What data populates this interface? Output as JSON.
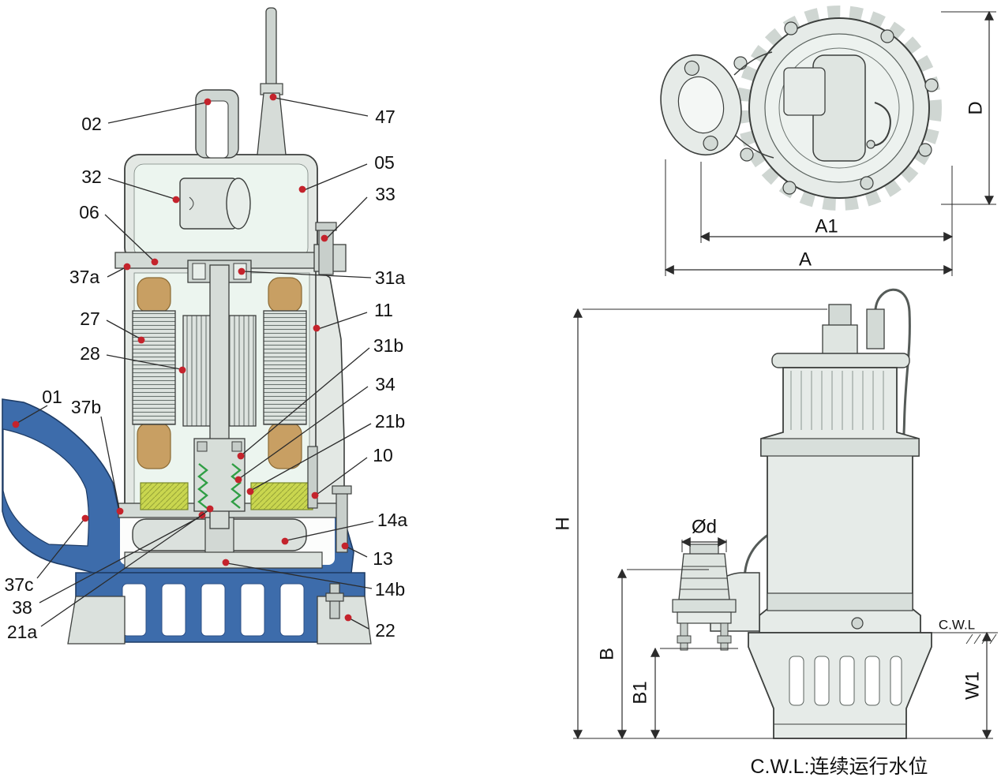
{
  "diagram": {
    "kind": "submersible-pump-technical-drawing",
    "views": [
      "cross-section",
      "top-view",
      "side-view-with-dimensions"
    ]
  },
  "section_view": {
    "labels": {
      "l02": "02",
      "l32": "32",
      "l06": "06",
      "l37a": "37a",
      "l27": "27",
      "l28": "28",
      "l01": "01",
      "l37b": "37b",
      "l37c": "37c",
      "l38": "38",
      "l21a": "21a",
      "l47": "47",
      "l05": "05",
      "l33": "33",
      "l31a": "31a",
      "l11": "11",
      "l31b": "31b",
      "l34": "34",
      "l21b": "21b",
      "l10": "10",
      "l14a": "14a",
      "l13": "13",
      "l14b": "14b",
      "l22": "22"
    }
  },
  "top_view": {
    "dim_d": "D",
    "dim_a1": "A1",
    "dim_a": "A"
  },
  "side_view": {
    "dim_h": "H",
    "dim_od": "Ød",
    "dim_b": "B",
    "dim_b1": "B1",
    "dim_w1": "W1",
    "cwl": "C.W.L"
  },
  "footer": {
    "cwl_note": "C.W.L:连续运行水位"
  },
  "colors": {
    "leader_dot": "#c4232c",
    "pump_blue": "#3d6cab",
    "oil_yellow": "#c9d64f",
    "winding_tan": "#c89f63",
    "spring_green": "#2f9e44",
    "metal_gray": "#e3e8e4"
  }
}
